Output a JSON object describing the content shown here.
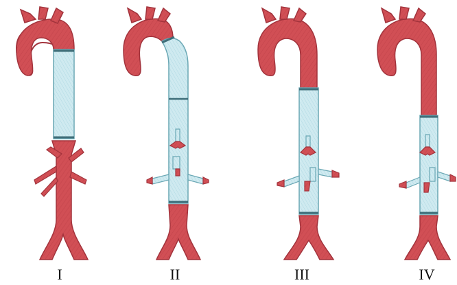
{
  "figure": {
    "labels": [
      "I",
      "II",
      "III",
      "IV"
    ]
  },
  "colors": {
    "vessel_fill": "#d14f55",
    "vessel_stroke": "#a2333c",
    "graft_fill": "#cfeaf0",
    "graft_stroke": "#6aa7b4",
    "graft_ring": "#3f6e79",
    "suture": "#2c3f45",
    "label_text": "#111111"
  },
  "icons": {
    "vessel": "aorta-vessel-icon",
    "graft": "tubular-graft-icon"
  }
}
